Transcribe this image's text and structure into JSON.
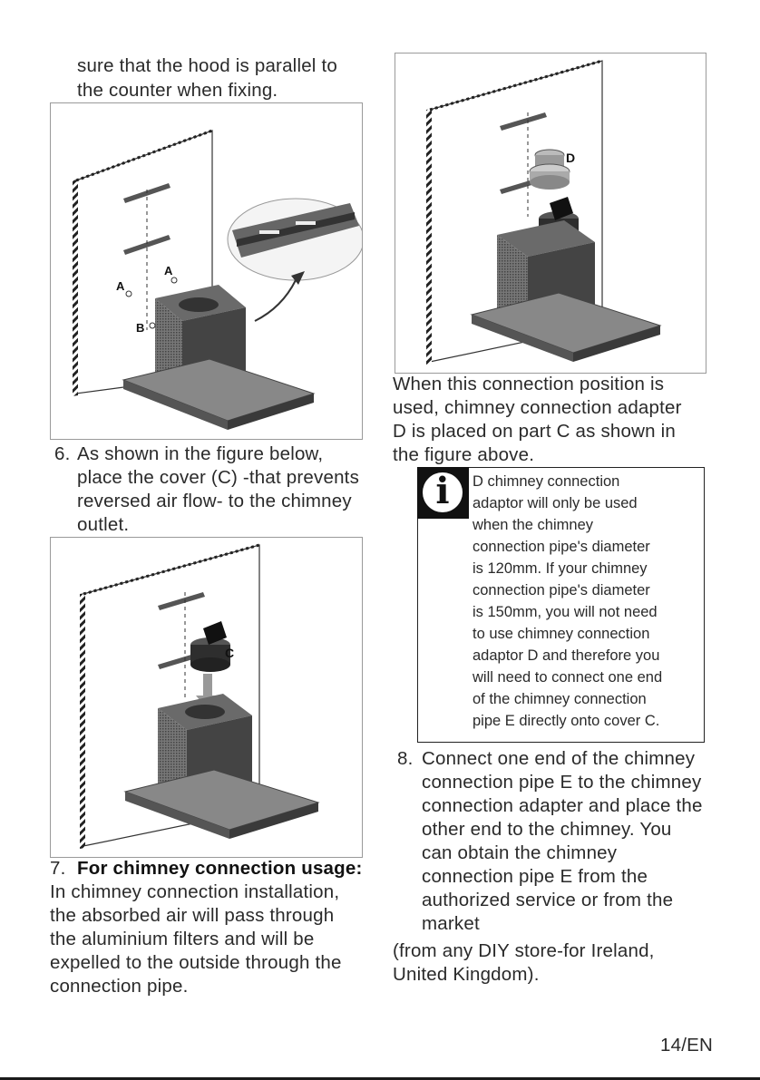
{
  "left": {
    "intro_line1": "sure that the hood is parallel to",
    "intro_line2": "the counter when fixing.",
    "step6": {
      "number": "6.",
      "line1": "As shown in the figure below,",
      "line2": "place the cover (C) -that prevents",
      "line3": "reversed air flow- to the chimney",
      "line4": "outlet."
    },
    "step7": {
      "number": "7.",
      "heading": "For chimney connection usage:",
      "line1": "In chimney connection installation,",
      "line2": "the absorbed air will pass through",
      "line3": "the aluminium filters and will be",
      "line4": "expelled to the outside through the",
      "line5": "connection pipe."
    },
    "fig1_labels": {
      "a1": "A",
      "a2": "A",
      "b": "B"
    },
    "fig2_labels": {
      "c": "C"
    }
  },
  "right": {
    "fig3_labels": {
      "d": "D"
    },
    "para_line1": "When this connection position is",
    "para_line2": "used, chimney connection adapter",
    "para_line3": "D is placed on part C as shown in",
    "para_line4": "the figure above.",
    "note": {
      "icon_letter": "i",
      "lines": [
        "D chimney connection",
        "adaptor will only be used",
        "when the chimney",
        "connection pipe's diameter",
        "is 120mm. If your chimney",
        "connection pipe's diameter",
        "is 150mm, you will not need",
        "to use chimney connection",
        "adaptor D and therefore you",
        "will need to connect one end",
        "of the chimney connection",
        "pipe E directly onto cover C."
      ]
    },
    "step8": {
      "number": "8.",
      "line1": "Connect one end of the chimney",
      "line2": "connection pipe E to the chimney",
      "line3": "connection adapter and place the",
      "line4": "other end to the chimney. You",
      "line5": "can obtain the chimney",
      "line6": "connection pipe E from the",
      "line7": "authorized service or from the",
      "line8": "market"
    },
    "tail_line1": "(from any DIY store-for Ireland,",
    "tail_line2": "United Kingdom)."
  },
  "page_number": "14/EN",
  "colors": {
    "text": "#2a2a2a",
    "hood_dark": "#4a4a4a",
    "hood_mid": "#7a7a7a",
    "frame": "#9a9a9a"
  }
}
